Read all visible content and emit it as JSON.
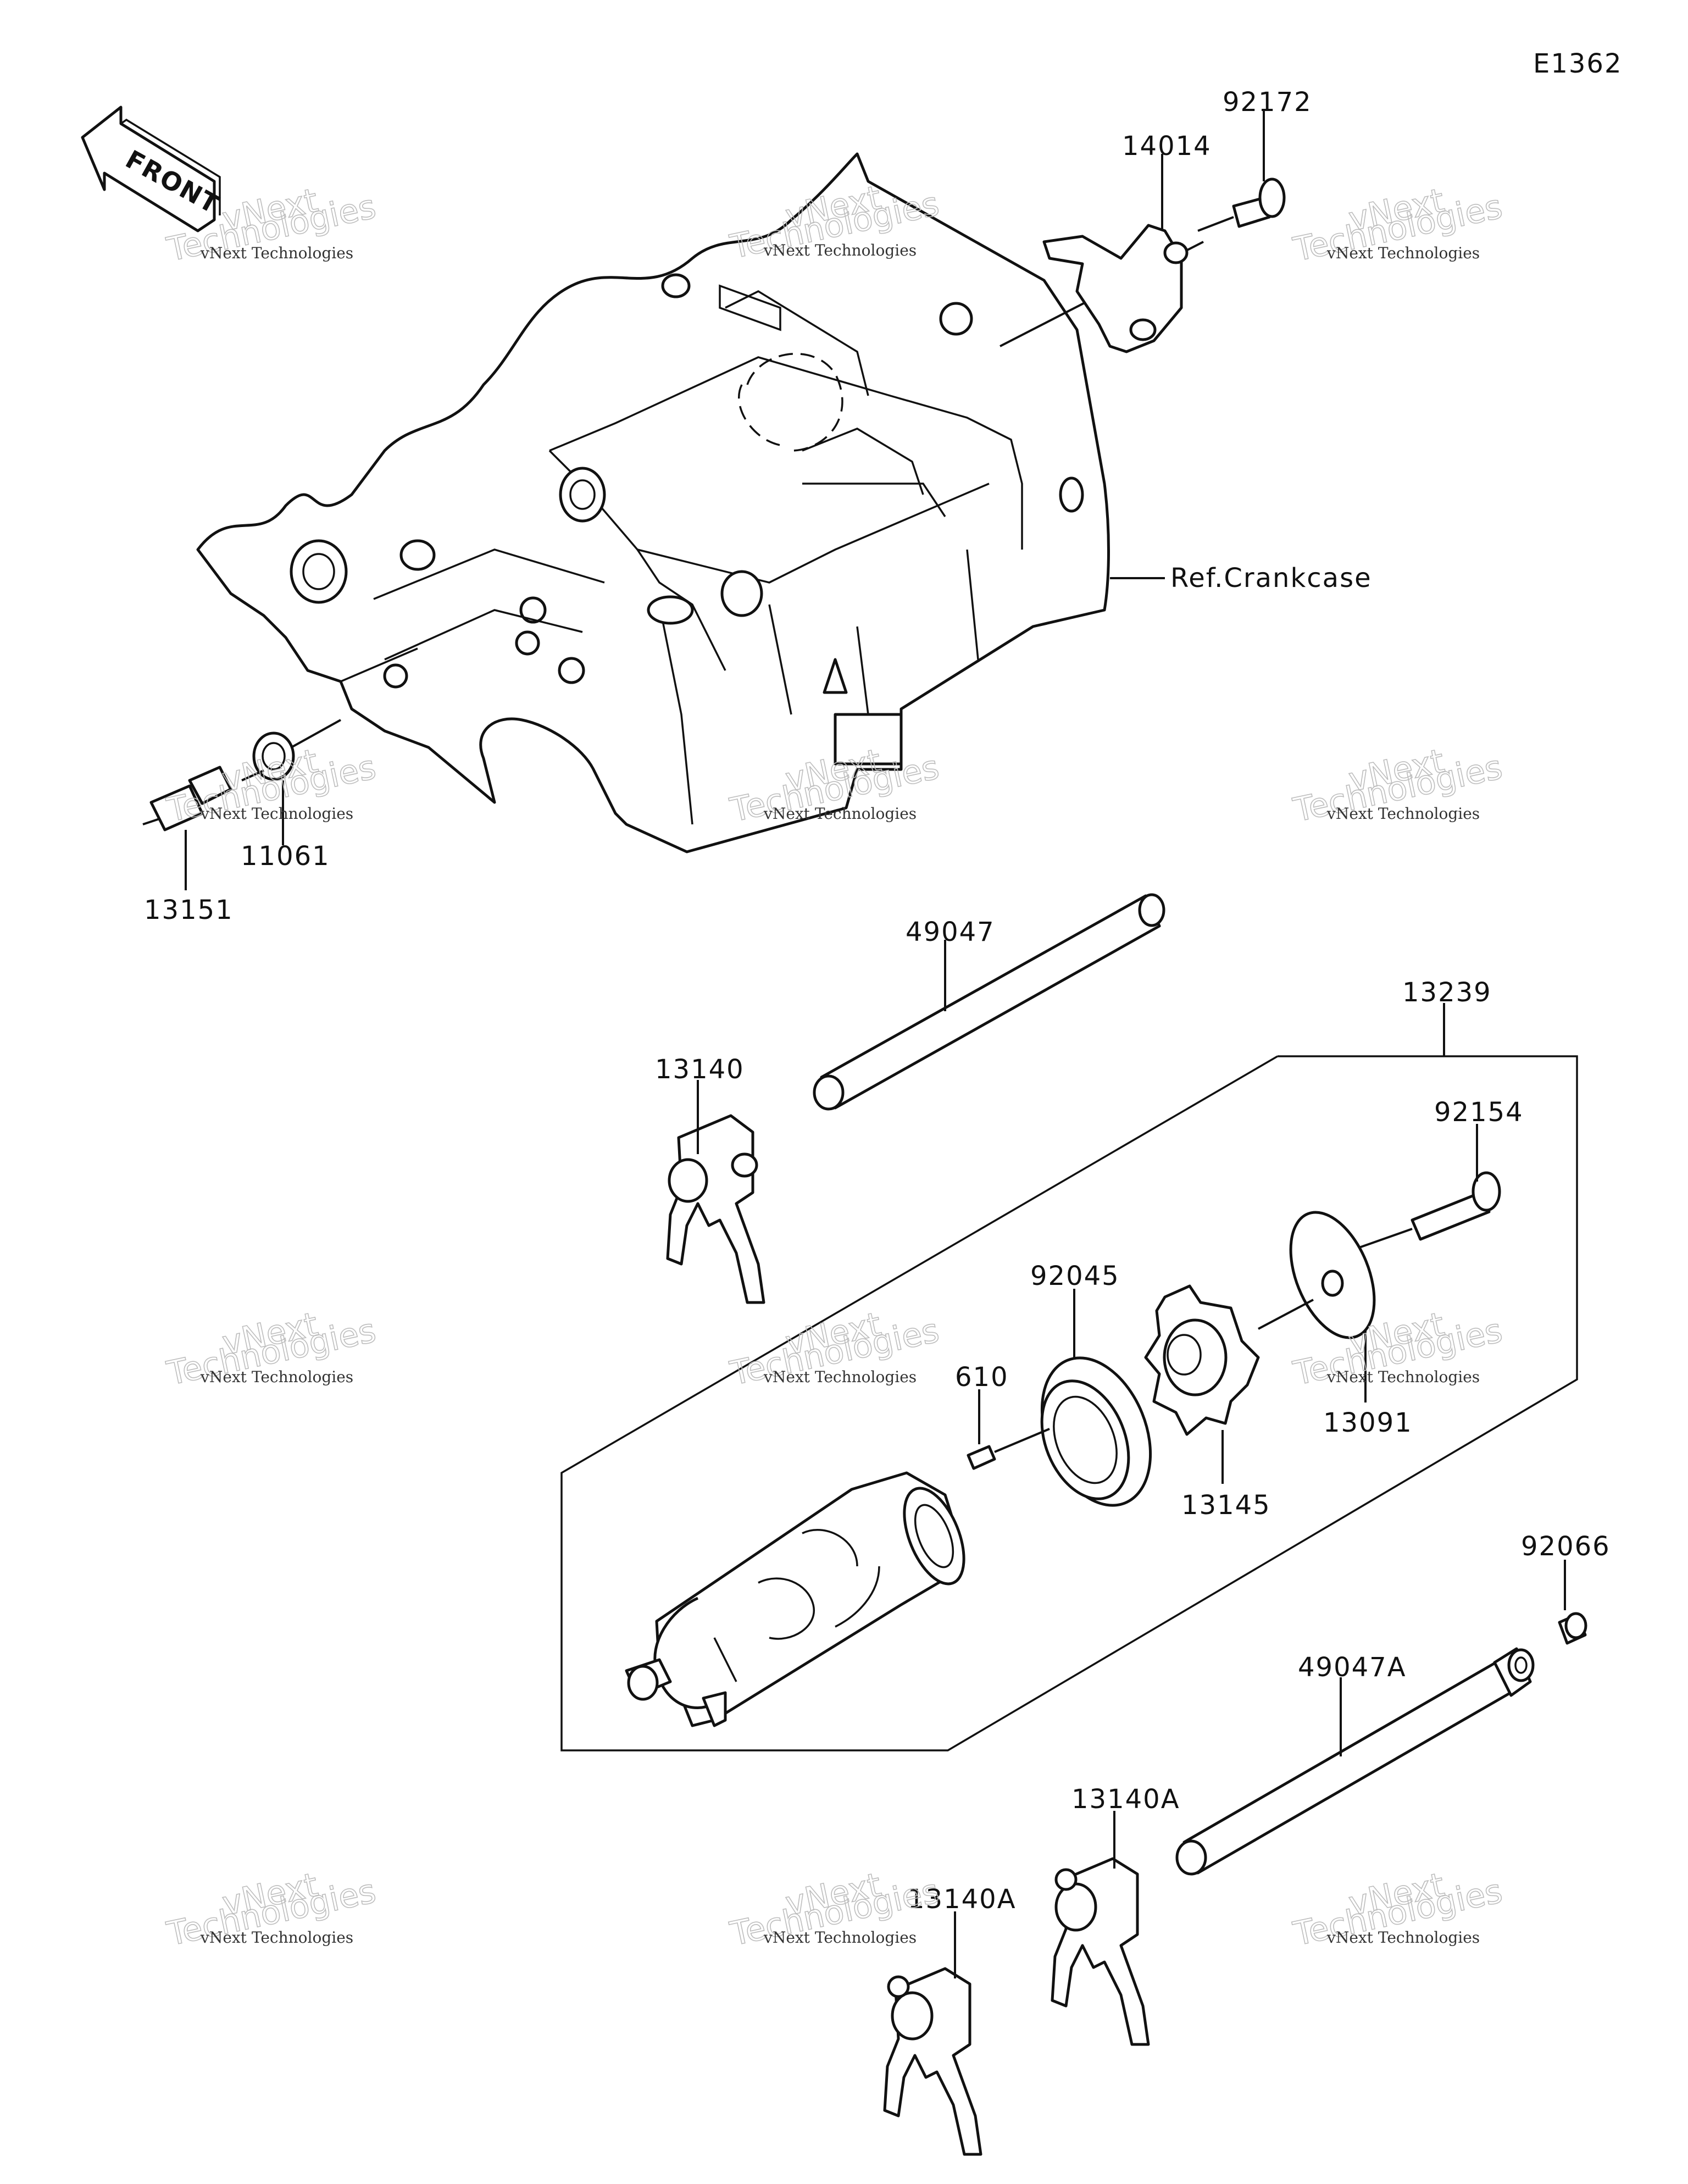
{
  "diagram": {
    "code": "E1362",
    "front_label": "FRONT",
    "ref_label": "Ref.Crankcase",
    "parts": [
      {
        "id": "p-92172",
        "label": "92172"
      },
      {
        "id": "p-14014",
        "label": "14014"
      },
      {
        "id": "p-11061",
        "label": "11061"
      },
      {
        "id": "p-13151",
        "label": "13151"
      },
      {
        "id": "p-49047",
        "label": "49047"
      },
      {
        "id": "p-13239",
        "label": "13239"
      },
      {
        "id": "p-13140",
        "label": "13140"
      },
      {
        "id": "p-92154",
        "label": "92154"
      },
      {
        "id": "p-92045",
        "label": "92045"
      },
      {
        "id": "p-610",
        "label": "610"
      },
      {
        "id": "p-13091",
        "label": "13091"
      },
      {
        "id": "p-13145",
        "label": "13145"
      },
      {
        "id": "p-92066",
        "label": "92066"
      },
      {
        "id": "p-49047A",
        "label": "49047A"
      },
      {
        "id": "p-13140A-1",
        "label": "13140A"
      },
      {
        "id": "p-13140A-2",
        "label": "13140A"
      }
    ],
    "watermark": {
      "line1": "vNext Technologies",
      "line2": "vNext",
      "line3": "Technologies"
    }
  }
}
